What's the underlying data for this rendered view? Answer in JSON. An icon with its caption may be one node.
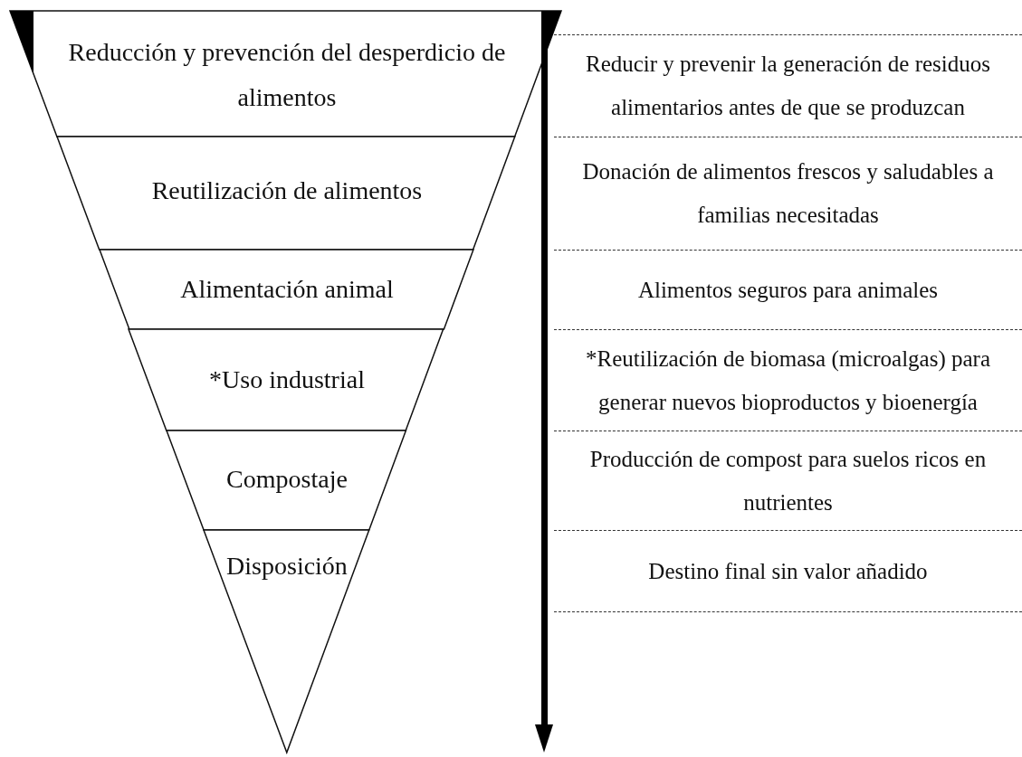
{
  "diagram": {
    "nodes": [
      {
        "text": [
          "Reducción y prevención del desperdicio de alimentos"
        ]
      },
      {
        "text": [
          "Reutilización de alimentos"
        ]
      },
      {
        "text": [
          "Alimentación animal"
        ]
      },
      {
        "text": [
          "*Uso industrial"
        ]
      },
      {
        "text": [
          "Compostaje"
        ]
      },
      {
        "text": [
          "Disposición"
        ]
      },
      {
        "text": [
          "Reducir y prevenir la generación de residuos alimentarios antes de que se produzcan"
        ]
      },
      {
        "text": [
          "Donación de alimentos frescos y saludables a familias necesitadas"
        ]
      },
      {
        "text": [
          "Alimentos seguros para animales"
        ]
      },
      {
        "text": [
          "*Reutilización de biomasa (microalgas) para generar nuevos bioproductos y bioenergía"
        ]
      },
      {
        "text": [
          "Producción de compost para suelos ricos en nutrientes"
        ]
      },
      {
        "text": [
          "Destino final sin valor añadido"
        ]
      }
    ],
    "edges": []
  }
}
